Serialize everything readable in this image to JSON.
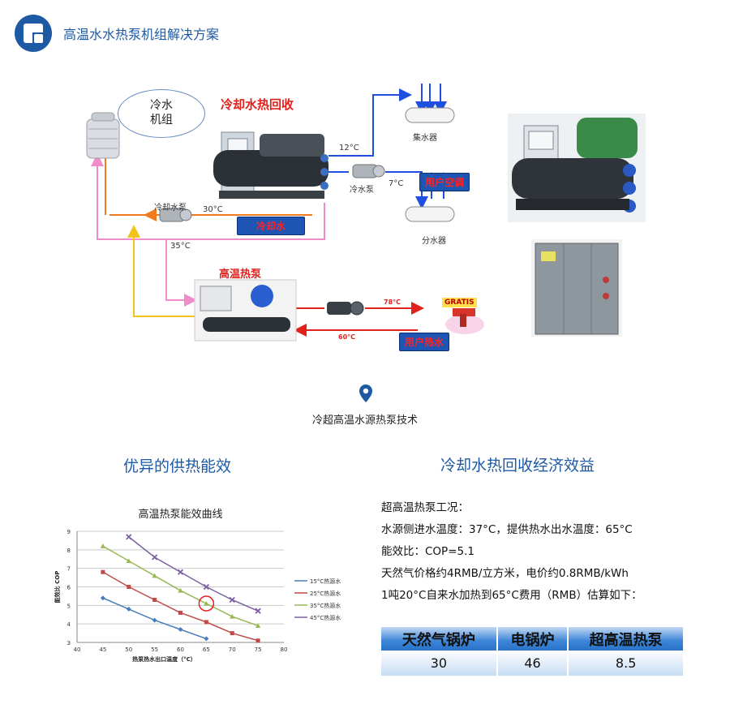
{
  "header": {
    "title": "高温水水热泵机组解决方案"
  },
  "diagram": {
    "bubble": "冷水\n机组",
    "title_cooling_recovery": "冷却水热回收",
    "collector": "集水器",
    "distributor": "分水器",
    "temp_12": "12°C",
    "temp_7": "7°C",
    "chilled_pump": "冷水泵",
    "user_ac": "用户空调",
    "cooling_pump": "冷却水泵",
    "temp_30": "30°C",
    "cooling_water": "冷却水",
    "temp_35": "35°C",
    "heat_pump_title": "高温热泵",
    "temp_78": "78°C",
    "temp_60": "60°C",
    "user_hot_water": "用户热水",
    "gratis": "GRATIS"
  },
  "caption": "冷超高温水源热泵技术",
  "section_left": "优异的供热能效",
  "section_right": "冷却水热回收经济效益",
  "info": {
    "line1": "超高温热泵工况：",
    "line2": "水源侧进水温度：37°C，提供热水出水温度：65°C",
    "line3": "能效比：COP=5.1",
    "line4": "天然气价格约4RMB/立方米，电价约0.8RMB/kWh",
    "line5": "1吨20°C自来水加热到65°C费用（RMB）估算如下："
  },
  "table": {
    "headers": [
      "天然气锅炉",
      "电锅炉",
      "超高温热泵"
    ],
    "values": [
      "30",
      "46",
      "8.5"
    ]
  },
  "chart_data": {
    "type": "line",
    "title": "高温热泵能效曲线",
    "xlabel": "热泵热水出口温度（°C）",
    "ylabel": "能效比 COP",
    "xlim": [
      40,
      80
    ],
    "ylim": [
      3,
      9
    ],
    "xticks": [
      40,
      45,
      50,
      55,
      60,
      65,
      70,
      75,
      80
    ],
    "yticks": [
      3,
      4,
      5,
      6,
      7,
      8,
      9
    ],
    "grid": true,
    "legend": "right",
    "series": [
      {
        "name": "15°C热源水",
        "color": "#4a7ebb",
        "x": [
          45,
          50,
          55,
          60,
          65
        ],
        "y": [
          5.4,
          4.8,
          4.2,
          3.7,
          3.2
        ]
      },
      {
        "name": "25°C热源水",
        "color": "#be4b48",
        "x": [
          45,
          50,
          55,
          60,
          65,
          70,
          75
        ],
        "y": [
          6.8,
          6.0,
          5.3,
          4.6,
          4.1,
          3.5,
          3.1
        ]
      },
      {
        "name": "35°C热源水",
        "color": "#98b954",
        "x": [
          45,
          50,
          55,
          60,
          65,
          70,
          75
        ],
        "y": [
          8.2,
          7.4,
          6.6,
          5.8,
          5.1,
          4.4,
          3.9
        ]
      },
      {
        "name": "45°C热源水",
        "color": "#7d60a0",
        "x": [
          50,
          55,
          60,
          65,
          70,
          75
        ],
        "y": [
          8.7,
          7.6,
          6.8,
          6.0,
          5.3,
          4.7
        ]
      }
    ],
    "highlight": {
      "x": 65,
      "y": 5.1,
      "color": "#e0211c"
    }
  }
}
